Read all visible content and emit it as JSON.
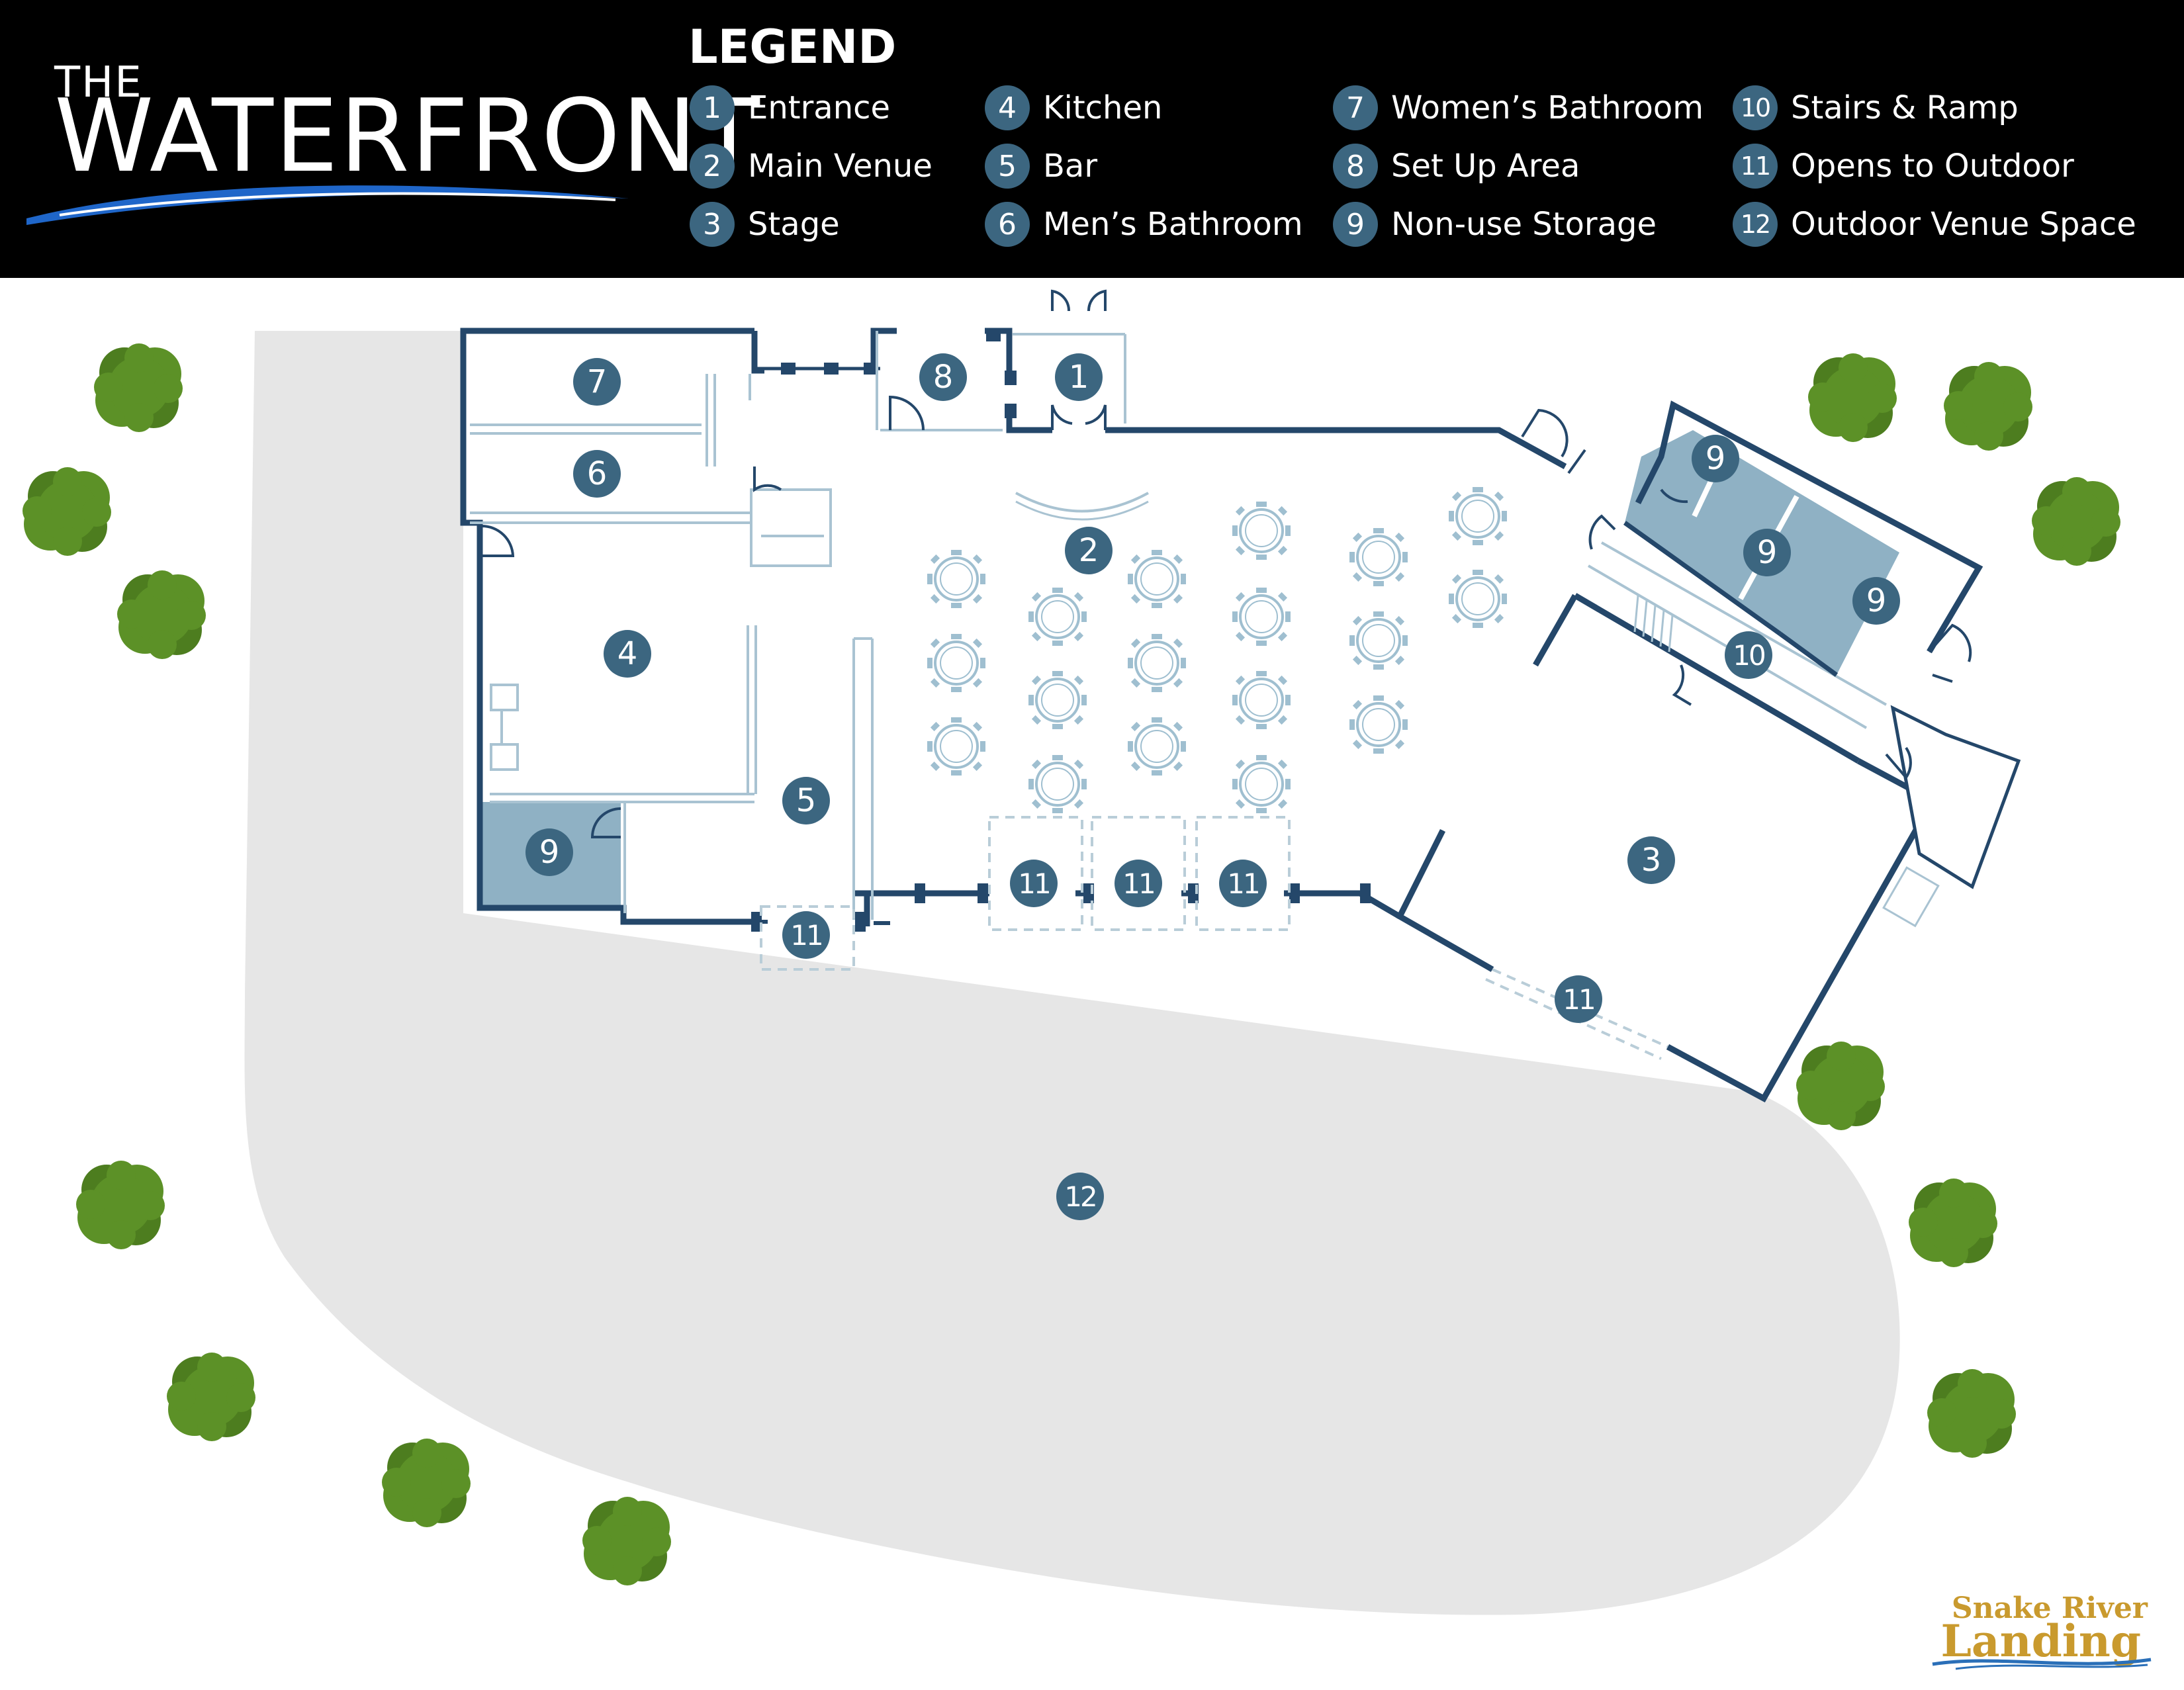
{
  "logo": {
    "the": "THE",
    "main": "WATERFRONT"
  },
  "legend": {
    "title": "LEGEND",
    "items": [
      {
        "num": "1",
        "label": "Entrance"
      },
      {
        "num": "2",
        "label": "Main Venue"
      },
      {
        "num": "3",
        "label": "Stage"
      },
      {
        "num": "4",
        "label": "Kitchen"
      },
      {
        "num": "5",
        "label": "Bar"
      },
      {
        "num": "6",
        "label": "Men’s Bathroom"
      },
      {
        "num": "7",
        "label": "Women’s Bathroom"
      },
      {
        "num": "8",
        "label": "Set Up Area"
      },
      {
        "num": "9",
        "label": "Non-use Storage"
      },
      {
        "num": "10",
        "label": "Stairs & Ramp"
      },
      {
        "num": "11",
        "label": "Opens to Outdoor"
      },
      {
        "num": "12",
        "label": "Outdoor Venue Space"
      }
    ]
  },
  "map": {
    "markers": [
      "1",
      "2",
      "3",
      "4",
      "5",
      "6",
      "7",
      "8",
      "9",
      "9",
      "9",
      "9",
      "10",
      "11",
      "11",
      "11",
      "11",
      "11",
      "12"
    ]
  },
  "brand": {
    "top": "Snake River",
    "bottom": "Landing"
  },
  "colors": {
    "header_bg": "#000000",
    "badge": "#3c6680",
    "wall": "#24476a",
    "storage_fill": "#8fb1c4",
    "outdoor_fill": "#e6e6e6",
    "tree": "#5c9127",
    "brand_gold": "#c99a2e"
  }
}
